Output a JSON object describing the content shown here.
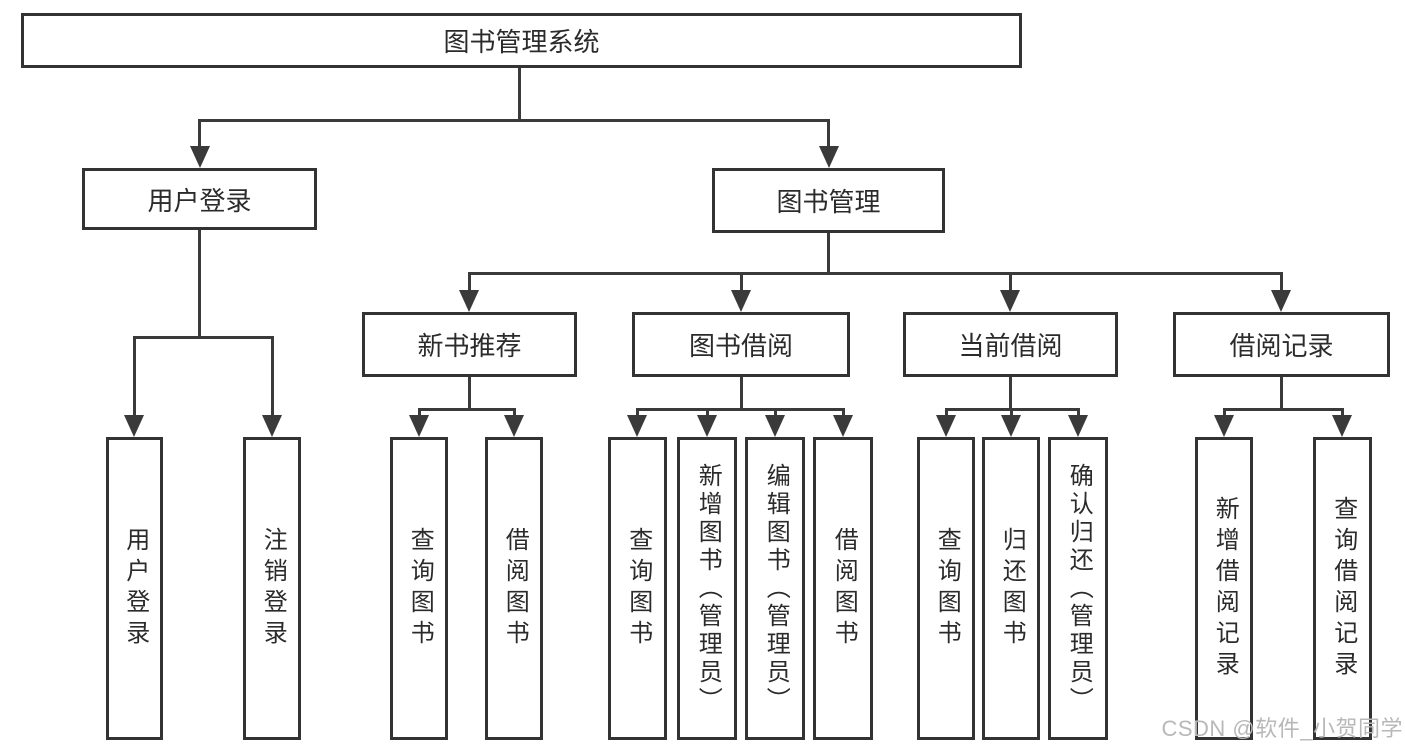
{
  "title": "图书管理系统",
  "tree": {
    "root": {
      "label": "图书管理系统"
    },
    "branches": [
      {
        "label": "用户登录",
        "children": [
          {
            "label": "用户登录"
          },
          {
            "label": "注销登录"
          }
        ]
      },
      {
        "label": "图书管理",
        "children": [
          {
            "label": "新书推荐",
            "children": [
              {
                "label": "查询图书"
              },
              {
                "label": "借阅图书"
              }
            ]
          },
          {
            "label": "图书借阅",
            "children": [
              {
                "label": "查询图书"
              },
              {
                "label": "新增图书（管理员）"
              },
              {
                "label": "编辑图书（管理员）"
              },
              {
                "label": "借阅图书"
              }
            ]
          },
          {
            "label": "当前借阅",
            "children": [
              {
                "label": "查询图书"
              },
              {
                "label": "归还图书"
              },
              {
                "label": "确认归还（管理员）"
              }
            ]
          },
          {
            "label": "借阅记录",
            "children": [
              {
                "label": "新增借阅记录"
              },
              {
                "label": "查询借阅记录"
              }
            ]
          }
        ]
      }
    ]
  },
  "watermark": "CSDN @软件_小贺同学",
  "colors": {
    "background": "#ffffff",
    "line": "#3a3a3a",
    "box_border": "#333333",
    "text": "#2b2b2b",
    "watermark": "#b8b8b8"
  }
}
